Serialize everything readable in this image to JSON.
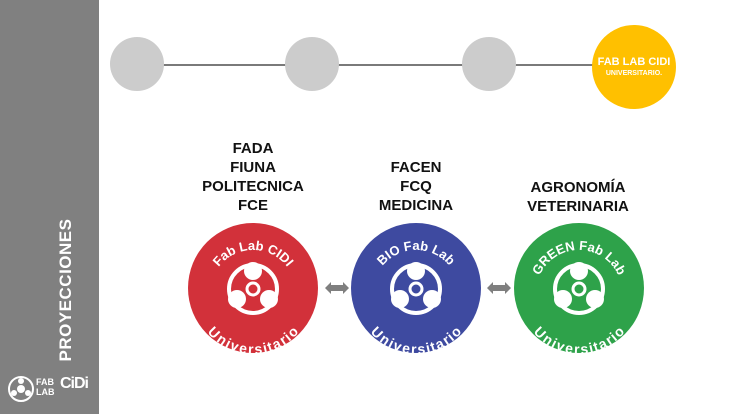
{
  "sidebar": {
    "title": "PROYECCIONES"
  },
  "brand": {
    "fab": "FAB",
    "lab": "LAB",
    "cidi": "CiDi"
  },
  "timeline": {
    "active_line1": "FAB LAB CIDI",
    "active_line2": "UNIVERSITARIO."
  },
  "groups": [
    {
      "lines": [
        "FADA",
        "FIUNA",
        "POLITECNICA",
        "FCE"
      ]
    },
    {
      "lines": [
        "FACEN",
        "FCQ",
        "MEDICINA"
      ]
    },
    {
      "lines": [
        "AGRONOMÍA",
        "VETERINARIA"
      ]
    }
  ],
  "labs": [
    {
      "top": "Fab Lab CIDI",
      "bottom": "Universitario",
      "color": "#d2313a"
    },
    {
      "top": "BIO Fab Lab",
      "bottom": "Universitario",
      "color": "#3e4aa0"
    },
    {
      "top": "GREEN Fab Lab",
      "bottom": "Universitario",
      "color": "#2ea24a"
    }
  ],
  "colors": {
    "sidebar": "#808080",
    "active": "#ffc000",
    "inactive": "#cccccc"
  }
}
